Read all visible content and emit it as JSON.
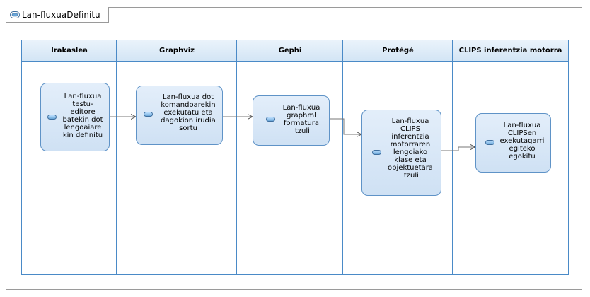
{
  "diagram": {
    "title": "Lan-fluxuaDefinitu",
    "lanes": [
      {
        "label": "Irakaslea"
      },
      {
        "label": "Graphviz"
      },
      {
        "label": "Gephi"
      },
      {
        "label": "Protégé"
      },
      {
        "label": "CLIPS inferentzia motorra"
      }
    ],
    "tasks": [
      {
        "lines": [
          "Lan-fluxua",
          "testu-",
          "editore",
          "batekin dot",
          "lengoaiare",
          "kin definitu"
        ]
      },
      {
        "lines": [
          "Lan-fluxua dot",
          "komandoarekin",
          "exekutatu eta",
          "dagokion irudia",
          "sortu"
        ]
      },
      {
        "lines": [
          "Lan-fluxua",
          "graphml",
          "formatura",
          "itzuli"
        ]
      },
      {
        "lines": [
          "Lan-fluxua",
          "CLIPS",
          "inferentzia",
          "motorraren",
          "lengoiako",
          "klase eta",
          "objektuetara",
          "itzuli"
        ]
      },
      {
        "lines": [
          "Lan-fluxua",
          "CLIPSen",
          "exekutagarri",
          "egiteko",
          "egokitu"
        ]
      }
    ]
  }
}
